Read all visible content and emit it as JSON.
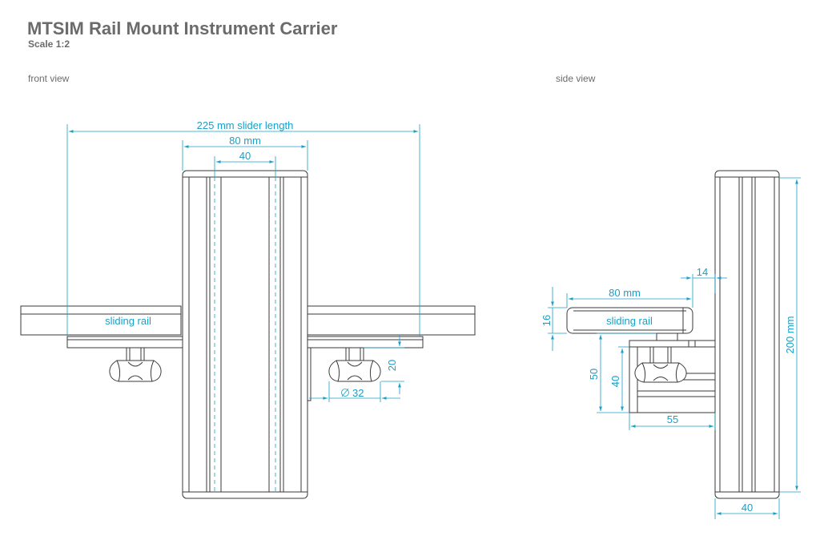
{
  "header": {
    "title": "MTSIM Rail Mount Instrument Carrier",
    "scale": "Scale 1:2"
  },
  "views": {
    "front": {
      "label": "front view",
      "slider_length": "225 mm slider length",
      "width_80": "80 mm",
      "width_40": "40",
      "rail_label": "sliding rail",
      "height_20": "20",
      "knob_diameter": "32"
    },
    "side": {
      "label": "side view",
      "rail_depth": "80 mm",
      "offset_14": "14",
      "rail_height": "16",
      "rail_label": "sliding rail",
      "height_50": "50",
      "height_40": "40",
      "depth_55": "55",
      "height_200": "200 mm",
      "width_40": "40"
    }
  },
  "colors": {
    "dimension": "#1a9fc7",
    "outline": "#3a3a3a",
    "title": "#6b6b6b"
  }
}
